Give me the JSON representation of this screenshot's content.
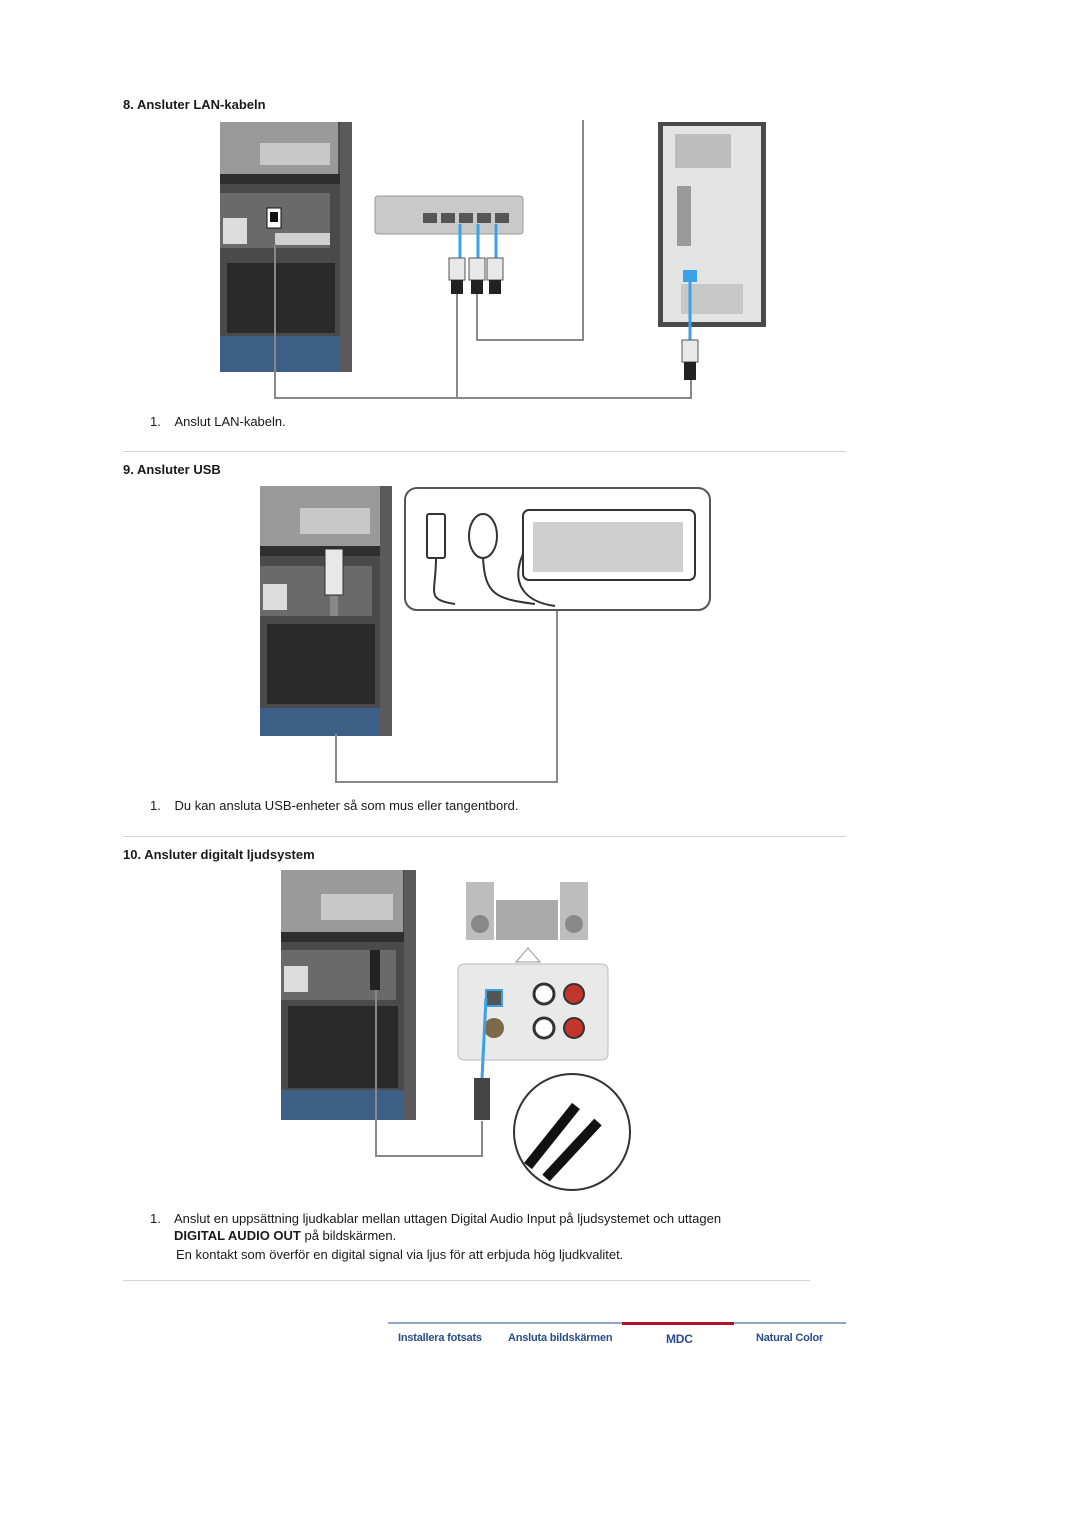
{
  "sections": [
    {
      "heading": "8. Ansluter LAN-kabeln",
      "steps": [
        {
          "num": "1.",
          "text": "Anslut LAN-kabeln."
        }
      ]
    },
    {
      "heading": "9. Ansluter USB",
      "steps": [
        {
          "num": "1.",
          "text": "Du kan ansluta USB-enheter så som mus eller tangentbord."
        }
      ]
    },
    {
      "heading": "10. Ansluter digitalt ljudsystem",
      "steps": [
        {
          "num": "1.",
          "text_pre": "Anslut en uppsättning ljudkablar mellan uttagen Digital Audio Input på ljudsystemet och uttagen",
          "text_bold": "DIGITAL AUDIO OUT",
          "text_post": " på bildskärmen.",
          "note": "En kontakt som överför en digital signal via ljus för att erbjuda hög ljudkvalitet."
        }
      ]
    }
  ],
  "footer_nav": {
    "tabs": [
      "Installera fotsats",
      "Ansluta bildskärmen",
      "MDC",
      "Natural Color"
    ],
    "active_index": 2,
    "active_color": "#b3122a",
    "tab_color": "#2a4d8c"
  },
  "colors": {
    "cable_blue": "#3aa0e8",
    "panel_dark": "#3c3c3c",
    "rule": "#d4d4d4"
  }
}
